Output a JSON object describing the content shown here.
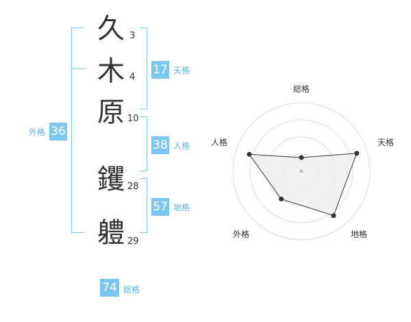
{
  "name_chars": [
    {
      "char": "久",
      "strokes": "3"
    },
    {
      "char": "木",
      "strokes": "4"
    },
    {
      "char": "原",
      "strokes": "10"
    },
    {
      "char": "钁",
      "strokes": "28"
    },
    {
      "char": "軆",
      "strokes": "29"
    }
  ],
  "grids": {
    "tenkaku": {
      "value": "17",
      "label": "天格"
    },
    "jinkaku": {
      "value": "38",
      "label": "人格"
    },
    "chikaku": {
      "value": "57",
      "label": "地格"
    },
    "gaikaku": {
      "value": "36",
      "label": "外格"
    },
    "soukaku": {
      "value": "74",
      "label": "総格"
    }
  },
  "chart_data": {
    "type": "radar",
    "axes": [
      "総格",
      "天格",
      "地格",
      "外格",
      "人格"
    ],
    "values": [
      0.2,
      0.85,
      0.8,
      0.5,
      0.8
    ],
    "max": 1.0,
    "rings": 4
  },
  "colors": {
    "accent": "#7cc7f2",
    "label_text": "#5ab4e8",
    "kanji_text": "#333333",
    "radar_fill": "#eeeeee",
    "radar_line": "#333333"
  }
}
